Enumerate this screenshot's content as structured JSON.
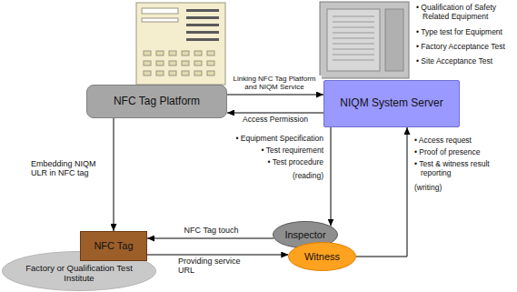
{
  "diagram": {
    "nodes": [
      {
        "text": [
          "NFC Tag Platform"
        ]
      },
      {
        "text": [
          "NIQM System Server"
        ]
      },
      {
        "text": [
          "NFC Tag"
        ]
      },
      {
        "text": [
          "Factory or Qualification Test Institute"
        ]
      },
      {
        "text": [
          "Inspector"
        ]
      },
      {
        "text": [
          "Witness"
        ]
      }
    ],
    "edges": [
      {
        "from": 0,
        "to": 1,
        "label": "Linking NFC Tag Platform and NIQM Service",
        "arrow": "to"
      },
      {
        "from": 1,
        "to": 0,
        "label": "Access Permission",
        "arrow": "to"
      },
      {
        "from": 0,
        "to": 2,
        "label": "Embedding NIQM ULR in NFC tag",
        "arrow": "to"
      },
      {
        "from": 1,
        "to": 4,
        "arrow": "to"
      },
      {
        "from": 5,
        "to": 1,
        "arrow": "to"
      },
      {
        "from": 4,
        "to": 2,
        "label": "NFC Tag touch",
        "arrow": "to"
      },
      {
        "from": 2,
        "to": 5,
        "label": "Providing service URL",
        "arrow": "to"
      }
    ],
    "labels": [
      "• Qualification of Safety Related Equipment",
      "• Type test for Equipment",
      "• Factory Acceptance Test",
      "• Site Acceptance Test",
      "• Equipment Specification",
      "• Test requirement",
      "• Test procedure",
      "(reading)",
      "• Access request",
      "• Proof of presence",
      "• Test & witness result reporting",
      "(writing)"
    ]
  }
}
